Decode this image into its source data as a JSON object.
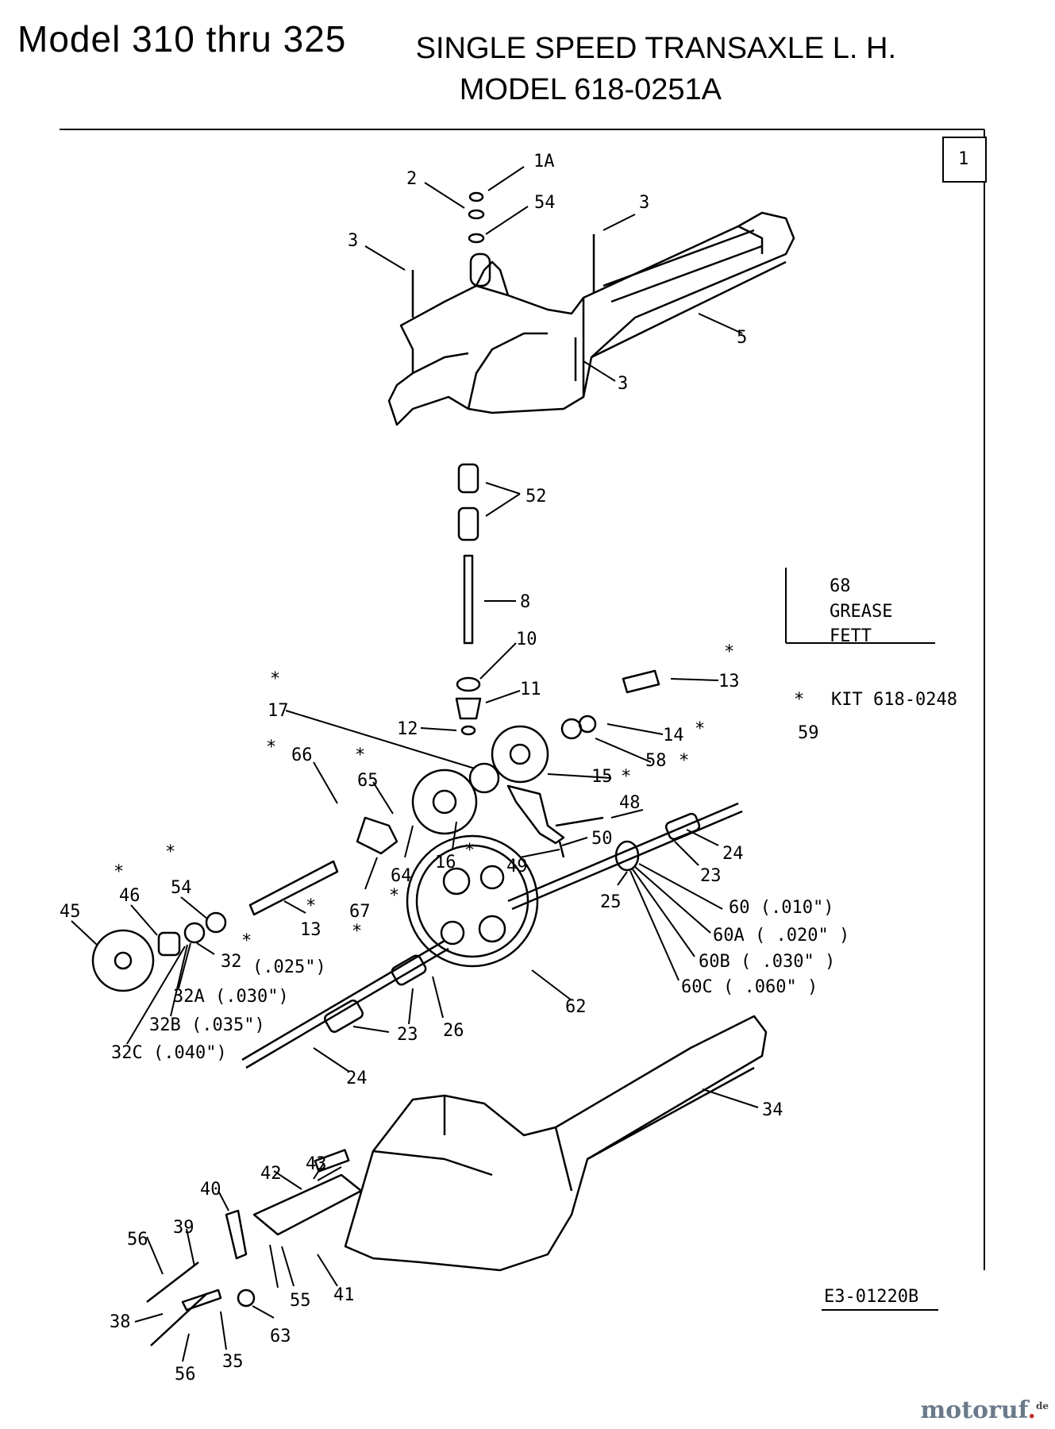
{
  "header": {
    "model_title": "Model  310  thru  325",
    "subtitle_line1": "SINGLE SPEED TRANSAXLE L. H.",
    "subtitle_line2": "MODEL 618-0251A"
  },
  "page_box_number": "1",
  "legend": {
    "grease_number": "68",
    "grease_en": "GREASE",
    "grease_de": "FETT",
    "kit_marker": "*",
    "kit_label": "KIT 618-0248",
    "kit_number": "59"
  },
  "drawing_code": "E3-01220B",
  "watermark": {
    "text": "motoruf",
    "suffix": "de"
  },
  "callouts": [
    {
      "id": "1A",
      "text": "1A"
    },
    {
      "id": "2",
      "text": "2"
    },
    {
      "id": "54a",
      "text": "54"
    },
    {
      "id": "3a",
      "text": "3"
    },
    {
      "id": "3b",
      "text": "3"
    },
    {
      "id": "3c",
      "text": "3"
    },
    {
      "id": "5",
      "text": "5"
    },
    {
      "id": "52",
      "text": "52"
    },
    {
      "id": "8",
      "text": "8"
    },
    {
      "id": "10",
      "text": "10"
    },
    {
      "id": "11",
      "text": "11"
    },
    {
      "id": "12",
      "text": "12"
    },
    {
      "id": "13a",
      "text": "13"
    },
    {
      "id": "14",
      "text": "14"
    },
    {
      "id": "58",
      "text": "58"
    },
    {
      "id": "15",
      "text": "15"
    },
    {
      "id": "17",
      "text": "17"
    },
    {
      "id": "66",
      "text": "66"
    },
    {
      "id": "65",
      "text": "65"
    },
    {
      "id": "48",
      "text": "48"
    },
    {
      "id": "50",
      "text": "50"
    },
    {
      "id": "49",
      "text": "49"
    },
    {
      "id": "16",
      "text": "16"
    },
    {
      "id": "64",
      "text": "64"
    },
    {
      "id": "67",
      "text": "67"
    },
    {
      "id": "24a",
      "text": "24"
    },
    {
      "id": "23a",
      "text": "23"
    },
    {
      "id": "25",
      "text": "25"
    },
    {
      "id": "60",
      "text": "60  (.010\")"
    },
    {
      "id": "60A",
      "text": "60A ( .020\" )"
    },
    {
      "id": "60B",
      "text": "60B ( .030\" )"
    },
    {
      "id": "60C",
      "text": "60C ( .060\" )"
    },
    {
      "id": "45",
      "text": "45"
    },
    {
      "id": "46",
      "text": "46"
    },
    {
      "id": "54b",
      "text": "54"
    },
    {
      "id": "13b",
      "text": "13"
    },
    {
      "id": "32",
      "text": "32"
    },
    {
      "id": "32val",
      "text": "(.025\")"
    },
    {
      "id": "32A",
      "text": "32A (.030\")"
    },
    {
      "id": "32B",
      "text": "32B (.035\")"
    },
    {
      "id": "32C",
      "text": "32C (.040\")"
    },
    {
      "id": "62",
      "text": "62"
    },
    {
      "id": "23b",
      "text": "23"
    },
    {
      "id": "26",
      "text": "26"
    },
    {
      "id": "24b",
      "text": "24"
    },
    {
      "id": "34",
      "text": "34"
    },
    {
      "id": "43",
      "text": "43"
    },
    {
      "id": "42",
      "text": "42"
    },
    {
      "id": "40",
      "text": "40"
    },
    {
      "id": "39",
      "text": "39"
    },
    {
      "id": "56a",
      "text": "56"
    },
    {
      "id": "55",
      "text": "55"
    },
    {
      "id": "41",
      "text": "41"
    },
    {
      "id": "38",
      "text": "38"
    },
    {
      "id": "63",
      "text": "63"
    },
    {
      "id": "35",
      "text": "35"
    },
    {
      "id": "56b",
      "text": "56"
    }
  ]
}
